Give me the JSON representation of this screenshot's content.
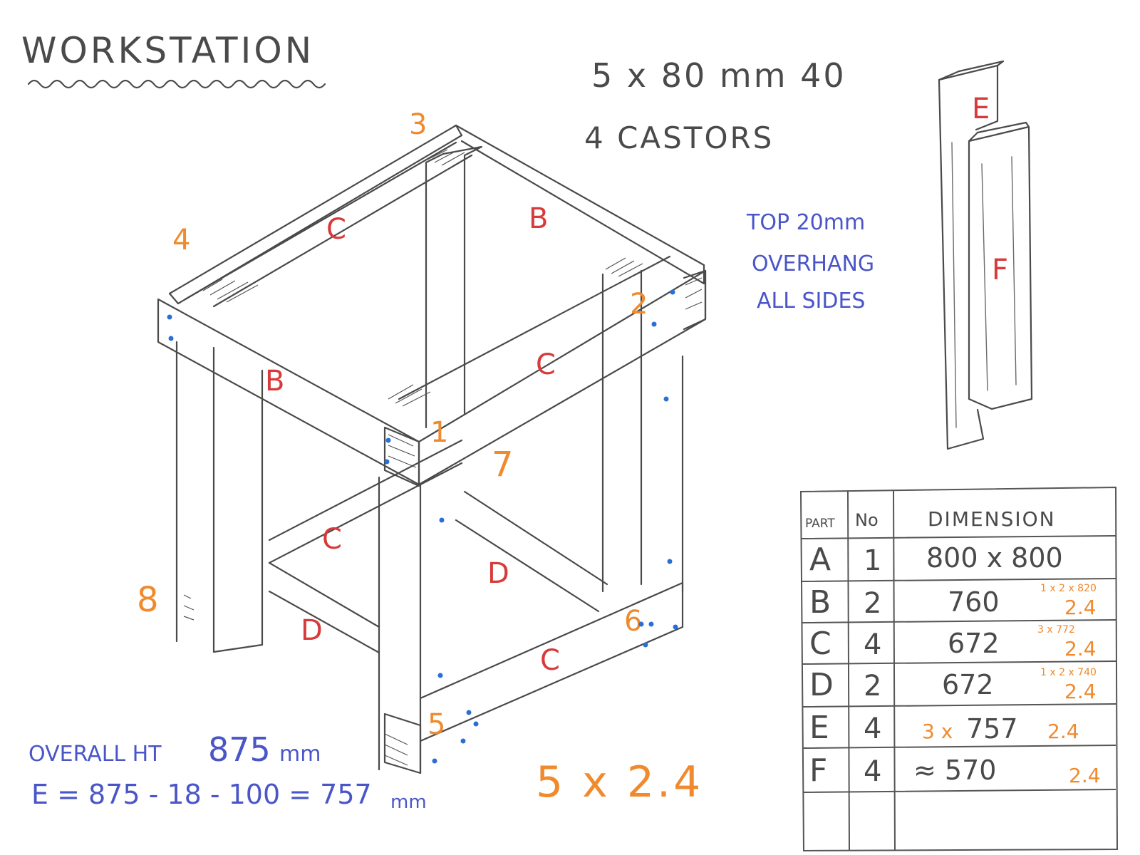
{
  "title": "WORKSTATION",
  "materials": {
    "line1": "5 x 80 mm 40",
    "line2": "4 CASTORS"
  },
  "top_note": [
    "TOP 20mm",
    "OVERHANG",
    "ALL SIDES"
  ],
  "frame_parts": [
    {
      "id": "part-c-top-back",
      "label": "C"
    },
    {
      "id": "part-b-top-right",
      "label": "B"
    },
    {
      "id": "part-b-top-front",
      "label": "B"
    },
    {
      "id": "part-c-top-front",
      "label": "C"
    },
    {
      "id": "part-c-bottom-back",
      "label": "C"
    },
    {
      "id": "part-d-bottom-middle",
      "label": "D"
    },
    {
      "id": "part-d-bottom-left",
      "label": "D"
    },
    {
      "id": "part-c-bottom-front",
      "label": "C"
    },
    {
      "id": "part-e-leg",
      "label": "E"
    },
    {
      "id": "part-f-leg",
      "label": "F"
    }
  ],
  "joint_numbers": [
    {
      "id": "joint-1",
      "label": "1"
    },
    {
      "id": "joint-2",
      "label": "2"
    },
    {
      "id": "joint-3",
      "label": "3"
    },
    {
      "id": "joint-4",
      "label": "4"
    },
    {
      "id": "joint-5",
      "label": "5"
    },
    {
      "id": "joint-6",
      "label": "6"
    },
    {
      "id": "joint-7",
      "label": "7"
    },
    {
      "id": "joint-8",
      "label": "8"
    }
  ],
  "height_note": {
    "line1_prefix": "OVERALL HT",
    "line1_value": "875",
    "line1_unit": "mm",
    "line2": "E = 875 - 18 - 100 = 757",
    "line2_unit": "mm"
  },
  "total_timber": "5 x 2.4",
  "parts_table": {
    "headers": [
      "PART",
      "No",
      "DIMENSION"
    ],
    "rows": [
      {
        "part": "A",
        "no": "1",
        "dimension": "800 x 800",
        "note": ""
      },
      {
        "part": "B",
        "no": "2",
        "dimension": "760",
        "note_small": "1 x 2 x 820",
        "note": "2.4"
      },
      {
        "part": "C",
        "no": "4",
        "dimension": "672",
        "note_small": "3 x 772",
        "note": "2.4"
      },
      {
        "part": "D",
        "no": "2",
        "dimension": "672",
        "note_small": "1 x 2 x 740",
        "note": "2.4"
      },
      {
        "part": "E",
        "no": "4",
        "dimension": "757",
        "note_prefix": "3 x",
        "note": "2.4"
      },
      {
        "part": "F",
        "no": "4",
        "dimension": "≈ 570",
        "note": "2.4"
      }
    ]
  },
  "colors": {
    "pencil": "#4a4a4a",
    "part_label": "#d83a3a",
    "joint_label": "#f08a2c",
    "note_blue": "#4a56c8",
    "screw_dots": "#2a6fd6"
  }
}
